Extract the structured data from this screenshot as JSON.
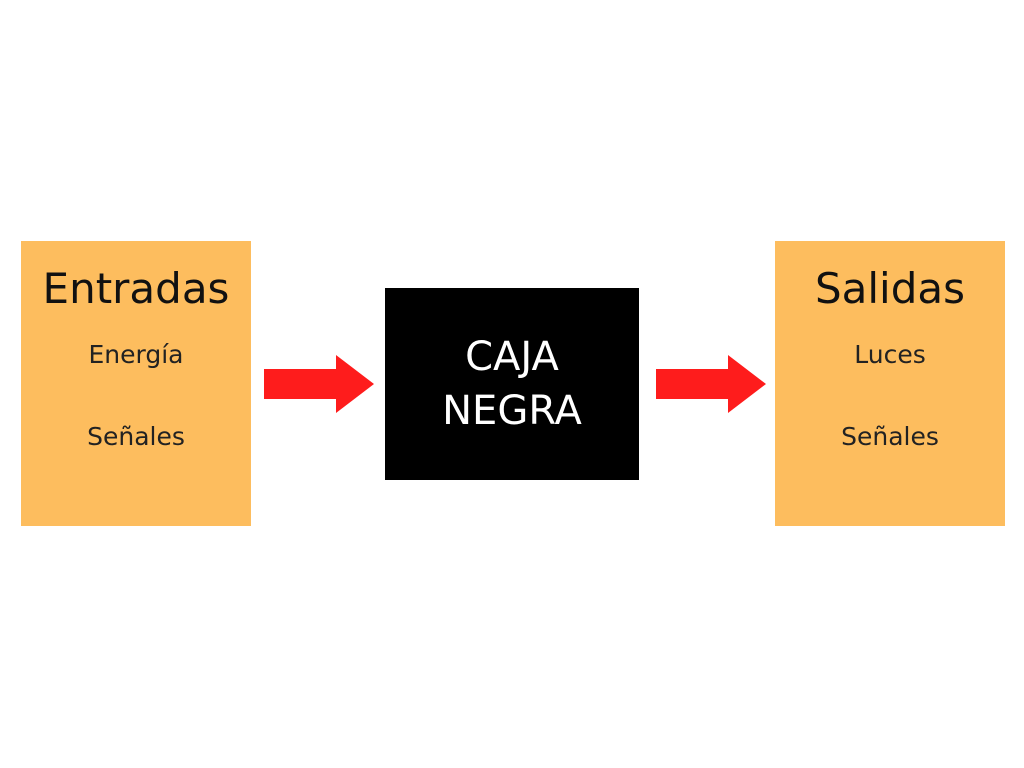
{
  "diagram": {
    "inputs": {
      "title": "Entradas",
      "items": [
        "Energía",
        "Señales"
      ]
    },
    "black_box": {
      "lines": [
        "CAJA",
        "NEGRA"
      ]
    },
    "outputs": {
      "title": "Salidas",
      "items": [
        "Luces",
        "Señales"
      ]
    },
    "colors": {
      "io_fill": "#fdbd5e",
      "black_box_fill": "#000000",
      "arrow_fill": "#fe1c1c",
      "background": "#ffffff"
    }
  }
}
